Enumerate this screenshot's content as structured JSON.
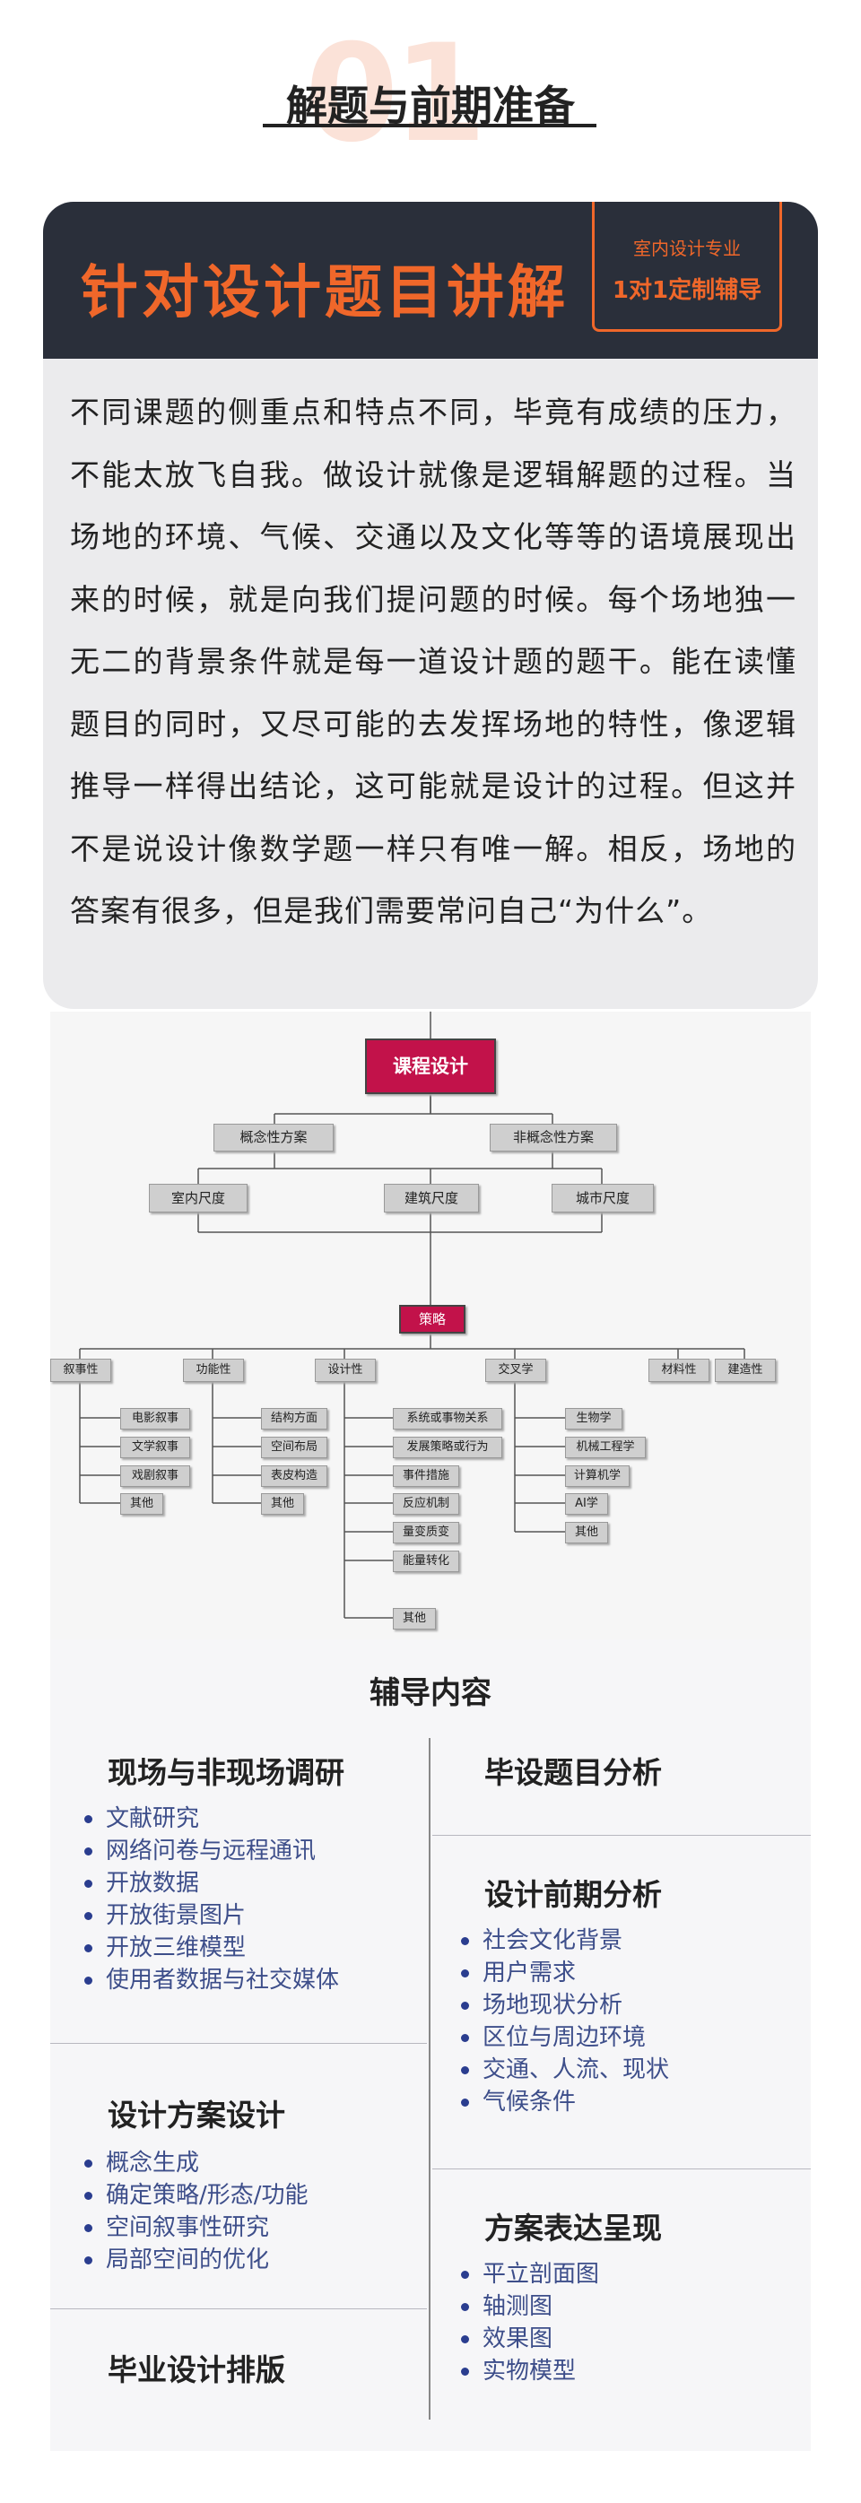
{
  "header": {
    "number": "01",
    "title": "解题与前期准备"
  },
  "card": {
    "title": "针对设计题目讲解",
    "tag_line1": "室内设计专业",
    "tag_line2": "1对1定制辅导",
    "body": "不同课题的侧重点和特点不同，毕竟有成绩的压力，不能太放飞自我。做设计就像是逻辑解题的过程。当场地的环境、气候、交通以及文化等等的语境展现出来的时候，就是向我们提问题的时候。每个场地独一无二的背景条件就是每一道设计题的题干。能在读懂题目的同时，又尽可能的去发挥场地的特性，像逻辑推导一样得出结论，这可能就是设计的过程。但这并不是说设计像数学题一样只有唯一解。相反，场地的答案有很多，但是我们需要常问自己“为什么”。"
  },
  "tree": {
    "root": "课程设计",
    "level1": [
      "概念性方案",
      "非概念性方案"
    ],
    "level2": [
      "室内尺度",
      "建筑尺度",
      "城市尺度"
    ],
    "strategy": "策略",
    "categories": [
      {
        "label": "叙事性",
        "children": [
          "电影叙事",
          "文学叙事",
          "戏剧叙事",
          "其他"
        ]
      },
      {
        "label": "功能性",
        "children": [
          "结构方面",
          "空间布局",
          "表皮构造",
          "其他"
        ]
      },
      {
        "label": "设计性",
        "children": [
          "系统或事物关系",
          "发展策略或行为",
          "事件措施",
          "反应机制",
          "量变质变",
          "能量转化",
          "其他"
        ]
      },
      {
        "label": "交叉学",
        "children": [
          "生物学",
          "机械工程学",
          "计算机学",
          "AI学",
          "其他"
        ]
      },
      {
        "label": "材料性",
        "children": []
      },
      {
        "label": "建造性",
        "children": []
      }
    ]
  },
  "tutoring": {
    "title": "辅导内容",
    "left": [
      {
        "title": "现场与非现场调研",
        "items": [
          "文献研究",
          "网络问卷与远程通讯",
          "开放数据",
          "开放街景图片",
          "开放三维模型",
          "使用者数据与社交媒体"
        ]
      },
      {
        "title": "设计方案设计",
        "items": [
          "概念生成",
          "确定策略/形态/功能",
          "空间叙事性研究",
          "局部空间的优化"
        ]
      },
      {
        "title": "毕业设计排版",
        "items": []
      }
    ],
    "right": [
      {
        "title": "毕设题目分析",
        "items": []
      },
      {
        "title": "设计前期分析",
        "items": [
          "社会文化背景",
          "用户需求",
          "场地现状分析",
          "区位与周边环境",
          "交通、人流、现状",
          "气候条件"
        ]
      },
      {
        "title": "方案表达呈现",
        "items": [
          "平立剖面图",
          "轴测图",
          "效果图",
          "实物模型"
        ]
      }
    ]
  },
  "colors": {
    "accent": "#f0672a",
    "dark": "#2a2f3a",
    "tree_root": "#c2124a",
    "bullet": "#2a3d8f"
  }
}
